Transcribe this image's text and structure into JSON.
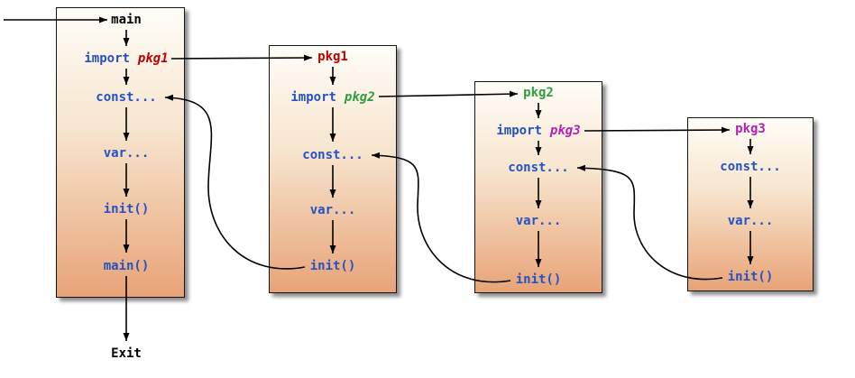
{
  "diagram": {
    "exit_label": "Exit",
    "boxes": [
      {
        "title": "main",
        "title_color": "#000000",
        "import_keyword": "import",
        "import_arg": "pkg1",
        "import_arg_color": "#c00000",
        "steps": [
          "const...",
          "var...",
          "init()",
          "main()"
        ]
      },
      {
        "title": "pkg1",
        "title_color": "#c00000",
        "import_keyword": "import",
        "import_arg": "pkg2",
        "import_arg_color": "#2f9e41",
        "steps": [
          "const...",
          "var...",
          "init()"
        ]
      },
      {
        "title": "pkg2",
        "title_color": "#2f9e41",
        "import_keyword": "import",
        "import_arg": "pkg3",
        "import_arg_color": "#b322b3",
        "steps": [
          "const...",
          "var...",
          "init()"
        ]
      },
      {
        "title": "pkg3",
        "title_color": "#b322b3",
        "steps": [
          "const...",
          "var...",
          "init()"
        ]
      }
    ],
    "colors": {
      "code_blue": "#2452c6",
      "box_gradient_top": "#fffdf8",
      "box_gradient_bottom": "#e8a377",
      "arrow": "#000000"
    }
  }
}
